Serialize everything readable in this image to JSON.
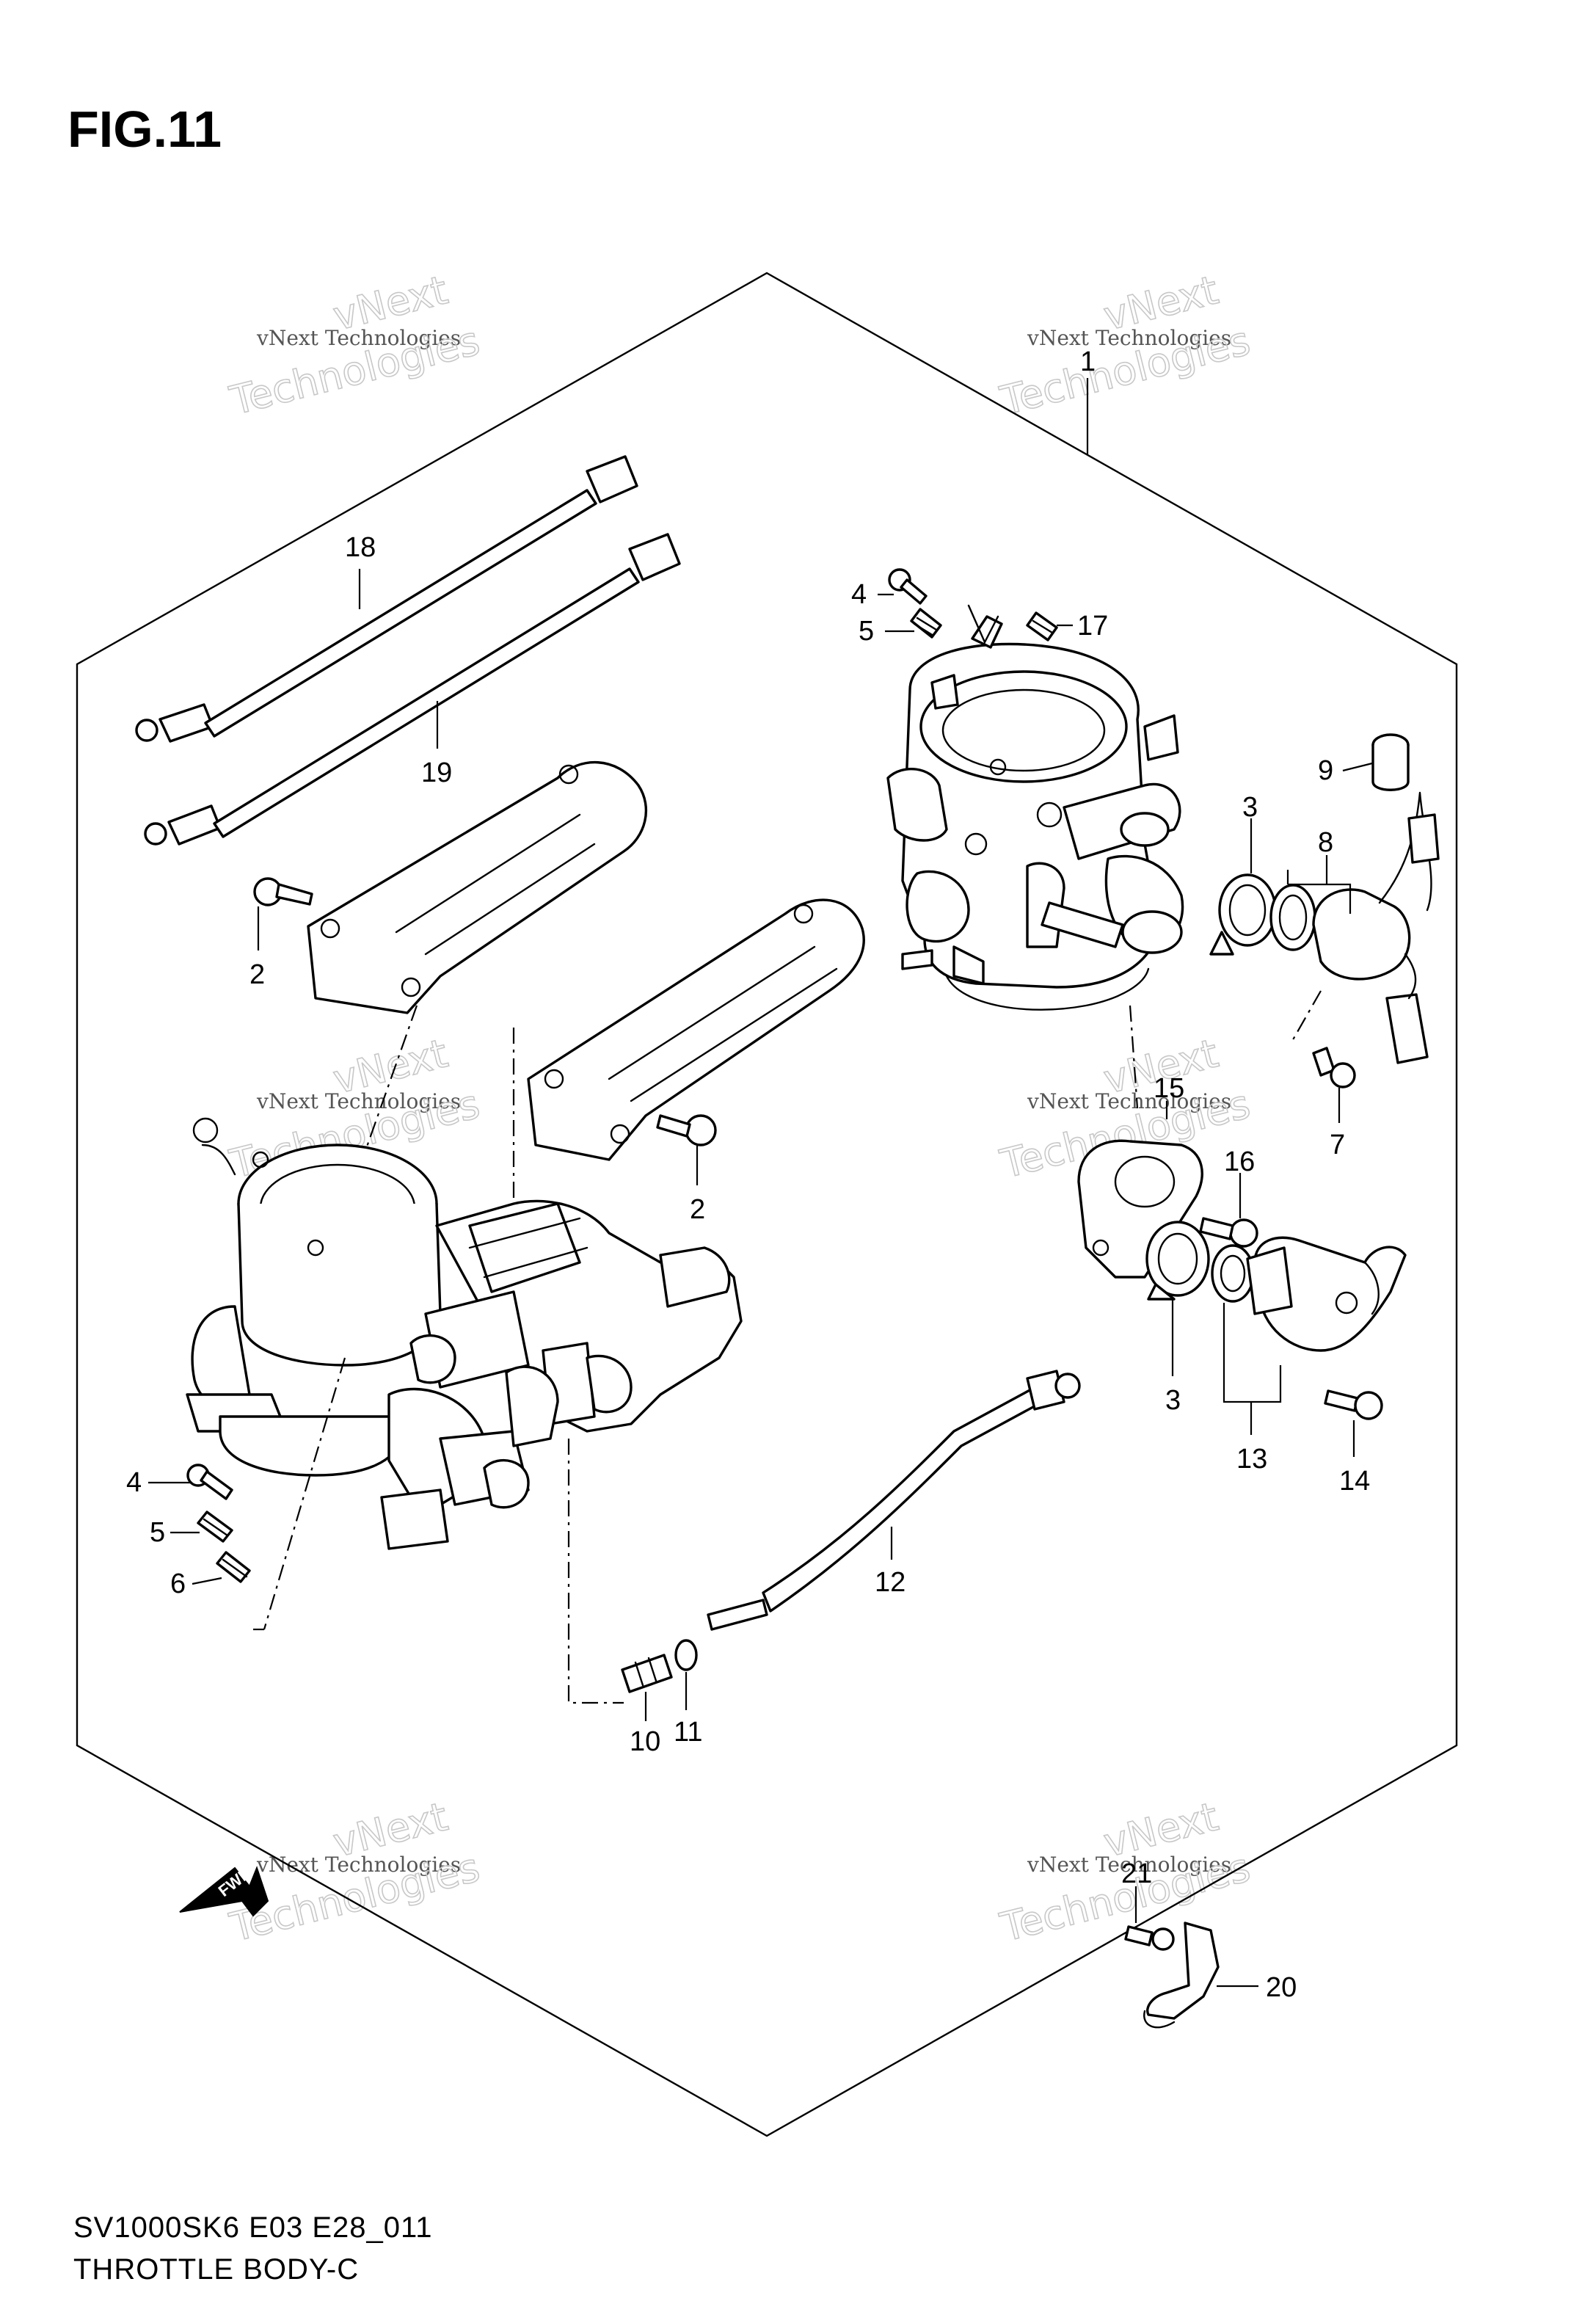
{
  "figure": {
    "title": "FIG.11",
    "model_code": "SV1000SK6 E03 E28_011",
    "caption": "THROTTLE BODY-C"
  },
  "watermark": {
    "line_small": "vNext Technologies",
    "line_top": "vNext",
    "line_big": "Technologies"
  },
  "fwd_label": "FWD",
  "callouts": [
    {
      "id": "c1",
      "label": "1"
    },
    {
      "id": "c2a",
      "label": "2"
    },
    {
      "id": "c2b",
      "label": "2"
    },
    {
      "id": "c3a",
      "label": "3"
    },
    {
      "id": "c3b",
      "label": "3"
    },
    {
      "id": "c4a",
      "label": "4"
    },
    {
      "id": "c4b",
      "label": "4"
    },
    {
      "id": "c5a",
      "label": "5"
    },
    {
      "id": "c5b",
      "label": "5"
    },
    {
      "id": "c6",
      "label": "6"
    },
    {
      "id": "c7",
      "label": "7"
    },
    {
      "id": "c8",
      "label": "8"
    },
    {
      "id": "c9",
      "label": "9"
    },
    {
      "id": "c10",
      "label": "10"
    },
    {
      "id": "c11",
      "label": "11"
    },
    {
      "id": "c12",
      "label": "12"
    },
    {
      "id": "c13",
      "label": "13"
    },
    {
      "id": "c14",
      "label": "14"
    },
    {
      "id": "c15",
      "label": "15"
    },
    {
      "id": "c16",
      "label": "16"
    },
    {
      "id": "c17",
      "label": "17"
    },
    {
      "id": "c18",
      "label": "18"
    },
    {
      "id": "c19",
      "label": "19"
    },
    {
      "id": "c20",
      "label": "20"
    },
    {
      "id": "c21",
      "label": "21"
    }
  ]
}
